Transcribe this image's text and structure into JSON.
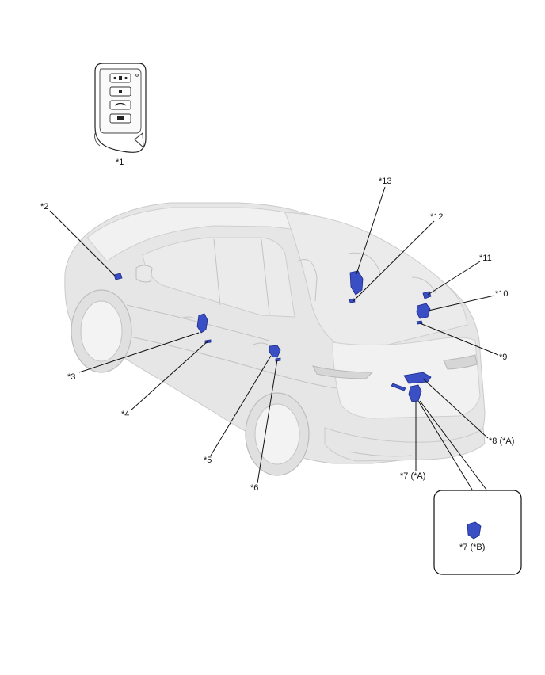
{
  "callouts": {
    "c1": "*1",
    "c2": "*2",
    "c3": "*3",
    "c4": "*4",
    "c5": "*5",
    "c6": "*6",
    "c7a": "*7 (*A)",
    "c7b": "*7 (*B)",
    "c8a": "*8 (*A)",
    "c9": "*9",
    "c10": "*10",
    "c11": "*11",
    "c12": "*12",
    "c13": "*13"
  },
  "colors": {
    "highlight_part": "#3b4fc4",
    "vehicle_body": "#e6e6e6",
    "leader_line": "#111111"
  }
}
